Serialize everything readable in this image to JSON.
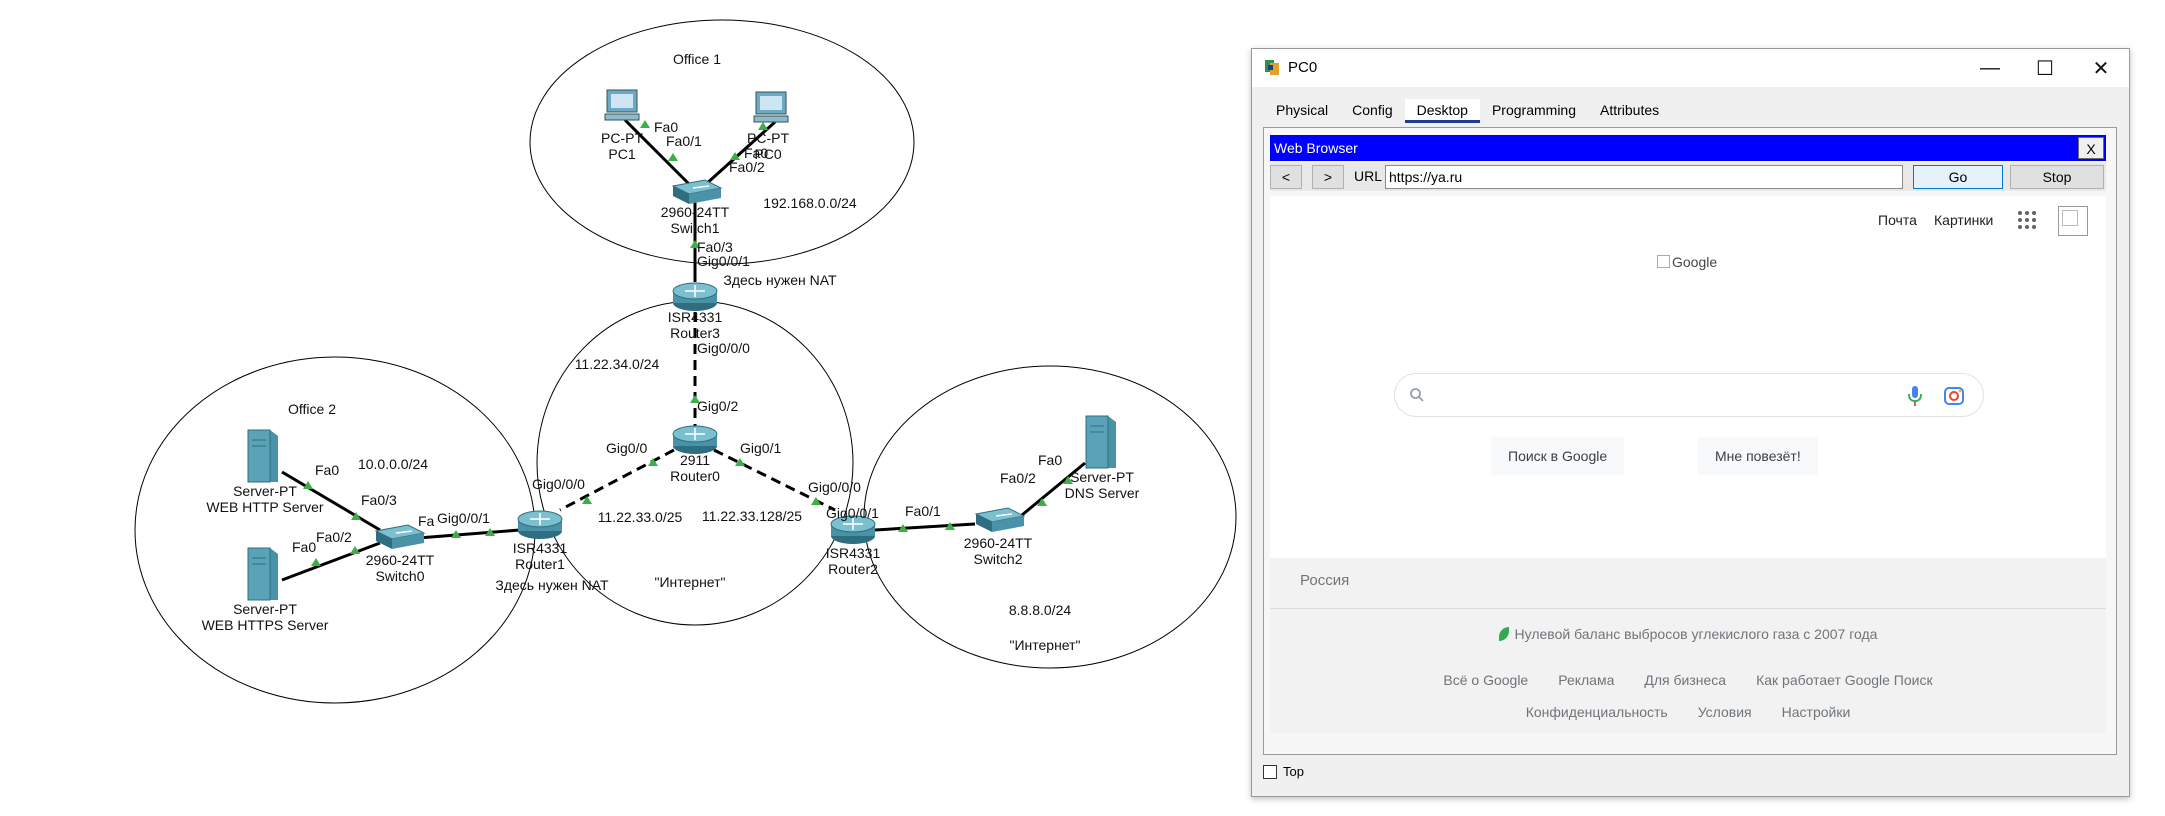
{
  "topology": {
    "offices": [
      {
        "title": "Office 1"
      },
      {
        "title": "Office 2"
      }
    ],
    "nets": {
      "office1": "192.168.0.0/24",
      "office2": "10.0.0.0/24",
      "dns": "8.8.8.0/24",
      "r3_r0": "11.22.34.0/24",
      "r1_r0": "11.22.33.0/25",
      "r0_r2": "11.22.33.128/25"
    },
    "labels": {
      "internet_center": "\"Интернет\"",
      "internet_right": "\"Интернет\"",
      "nat_top": "Здесь нужен NAT",
      "nat_left": "Здесь нужен NAT"
    },
    "devices": {
      "pc1": {
        "type": "PC-PT",
        "name": "PC1"
      },
      "pc0": {
        "type": "PC-PT",
        "name": "PC0"
      },
      "switch1": {
        "type": "2960-24TT",
        "name": "Switch1"
      },
      "router3": {
        "type": "ISR4331",
        "name": "Router3"
      },
      "router0": {
        "type": "2911",
        "name": "Router0"
      },
      "router1": {
        "type": "ISR4331",
        "name": "Router1"
      },
      "router2": {
        "type": "ISR4331",
        "name": "Router2"
      },
      "switch0": {
        "type": "2960-24TT",
        "name": "Switch0"
      },
      "switch2": {
        "type": "2960-24TT",
        "name": "Switch2"
      },
      "http_server": {
        "type": "Server-PT",
        "name": "WEB HTTP Server"
      },
      "https_server": {
        "type": "Server-PT",
        "name": "WEB HTTPS Server"
      },
      "dns_server": {
        "type": "Server-PT",
        "name": "DNS Server"
      }
    },
    "ports": {
      "pc1_fa0": "Fa0",
      "sw1_fa0_1": "Fa0/1",
      "pc0_fa0": "Fa0",
      "sw1_fa0_2": "Fa0/2",
      "sw1_fa0_3": "Fa0/3",
      "r3_gig001": "Gig0/0/1",
      "r3_gig000": "Gig0/0/0",
      "r0_gig02": "Gig0/2",
      "r0_gig00": "Gig0/0",
      "r0_gig01": "Gig0/1",
      "r1_gig000": "Gig0/0/0",
      "r1_gig001": "Gig0/0/1",
      "sw0_fa": "Fa",
      "http_fa0": "Fa0",
      "sw0_fa0_3": "Fa0/3",
      "https_fa0": "Fa0",
      "sw0_fa0_2": "Fa0/2",
      "r2_gig000": "Gig0/0/0",
      "r2_gig001": "Gig0/0/1",
      "sw2_fa0_1": "Fa0/1",
      "sw2_fa0_2": "Fa0/2",
      "dns_fa0": "Fa0"
    }
  },
  "window": {
    "title": "PC0",
    "minimize": "—",
    "maximize": "☐",
    "close": "✕",
    "tabs": [
      "Physical",
      "Config",
      "Desktop",
      "Programming",
      "Attributes"
    ],
    "active_tab": "Desktop",
    "top_checkbox_label": "Top"
  },
  "browser": {
    "title": "Web Browser",
    "close": "X",
    "back": "<",
    "forward": ">",
    "url_label": "URL",
    "url": "https://ya.ru",
    "go": "Go",
    "stop": "Stop"
  },
  "google": {
    "top_links": [
      "Почта",
      "Картинки"
    ],
    "logo_alt": "Google",
    "buttons": [
      "Поиск в Google",
      "Мне повезёт!"
    ],
    "country": "Россия",
    "carbon": "Нулевой баланс выбросов углекислого газа с 2007 года",
    "footer_row1": [
      "Всё о Google",
      "Реклама",
      "Для бизнеса",
      "Как работает Google Поиск"
    ],
    "footer_row2": [
      "Конфиденциальность",
      "Условия",
      "Настройки"
    ]
  },
  "colors": {
    "browser_header": "#0000ff",
    "link_line": "#000000",
    "port_marker": "#3cb043",
    "device_teal": "#4a93a6"
  }
}
